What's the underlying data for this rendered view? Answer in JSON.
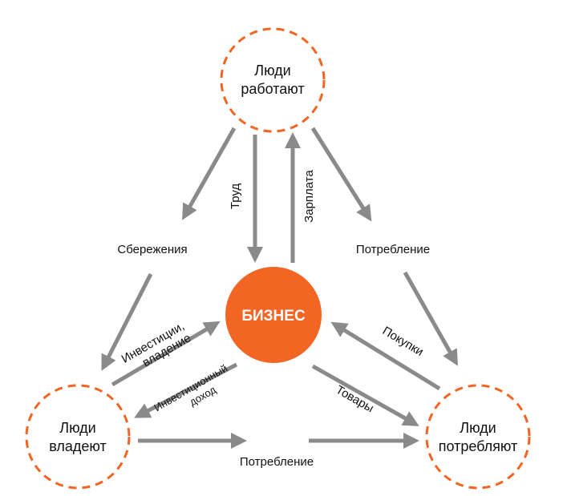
{
  "colors": {
    "accent": "#f26522",
    "arrow": "#8a8a8a",
    "text": "#111111"
  },
  "nodes": {
    "top": {
      "line1": "Люди",
      "line2": "работают"
    },
    "left": {
      "line1": "Люди",
      "line2": "владеют"
    },
    "right": {
      "line1": "Люди",
      "line2": "потребляют"
    },
    "center": {
      "label": "БИЗНЕС"
    }
  },
  "edges": {
    "savings": "Сбережения",
    "labor": "Труд",
    "salary": "Зарплата",
    "consumption_top": "Потребление",
    "investments_line1": "Инвестиции,",
    "investments_line2": "владение",
    "income_line1": "Инвестиционный",
    "income_line2": "доход",
    "purchases": "Покупки",
    "goods": "Товары",
    "consumption_bottom": "Потребление"
  }
}
